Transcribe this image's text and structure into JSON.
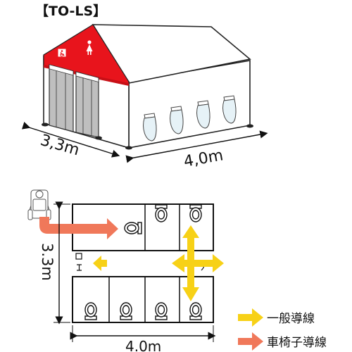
{
  "title": "【TO-LS】",
  "perspective_view": {
    "depth_label": "3,3m",
    "length_label": "4,0m"
  },
  "plan_view": {
    "width_label": "4.0m",
    "depth_label": "3.3m"
  },
  "legend": {
    "items": [
      {
        "label": "一般導線",
        "color": "#f7d117"
      },
      {
        "label": "車椅子導線",
        "color": "#f0785a"
      }
    ]
  },
  "icons": [
    "wheelchair-sign-icon",
    "female-sign-icon",
    "toilet-icon",
    "wheelchair-user-icon",
    "urinal-icon"
  ],
  "colors": {
    "roof_red": "#e8141c",
    "general_route": "#f7d117",
    "wheelchair_route": "#f0785a",
    "door_gray": "#bfbfbf"
  }
}
